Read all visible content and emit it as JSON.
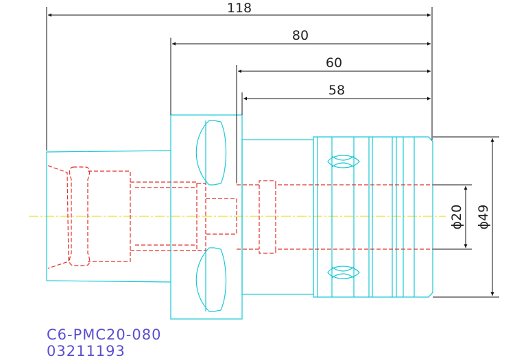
{
  "colors": {
    "outline": "#19c8d6",
    "hidden": "#e0302a",
    "dimension": "#111111",
    "centerline": "#e6d400",
    "code_text": "#5a4fd0"
  },
  "dimensions": {
    "overall_length": "118",
    "flange_length": "80",
    "body_length": "60",
    "shank_length": "58",
    "bore_diameter": "ϕ20",
    "outer_diameter": "ϕ49"
  },
  "title_block": {
    "part_code": "C6-PMC20-080",
    "part_number": "03211193"
  }
}
